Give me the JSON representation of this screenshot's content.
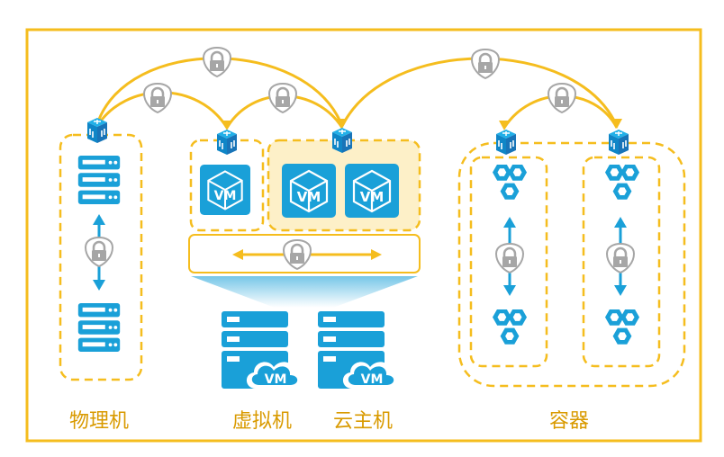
{
  "labels": {
    "physical": "物理机",
    "virtual": "虚拟机",
    "cloud": "云主机",
    "container": "容器"
  },
  "vm_text": "VM",
  "colors": {
    "frame": "#f5bd1e",
    "accent_blue": "#1aa0d8",
    "dark_blue": "#1575b5",
    "lock_gray": "#a9a9a9",
    "label_text": "#d99a00",
    "highlight_fill": "#fdf0c8"
  },
  "icons": [
    "router-icon",
    "server-icon",
    "vm-cube-icon",
    "vm-cloud-server-icon",
    "container-hexagon-icon",
    "lock-shield-icon",
    "bidirectional-arrow-icon"
  ]
}
